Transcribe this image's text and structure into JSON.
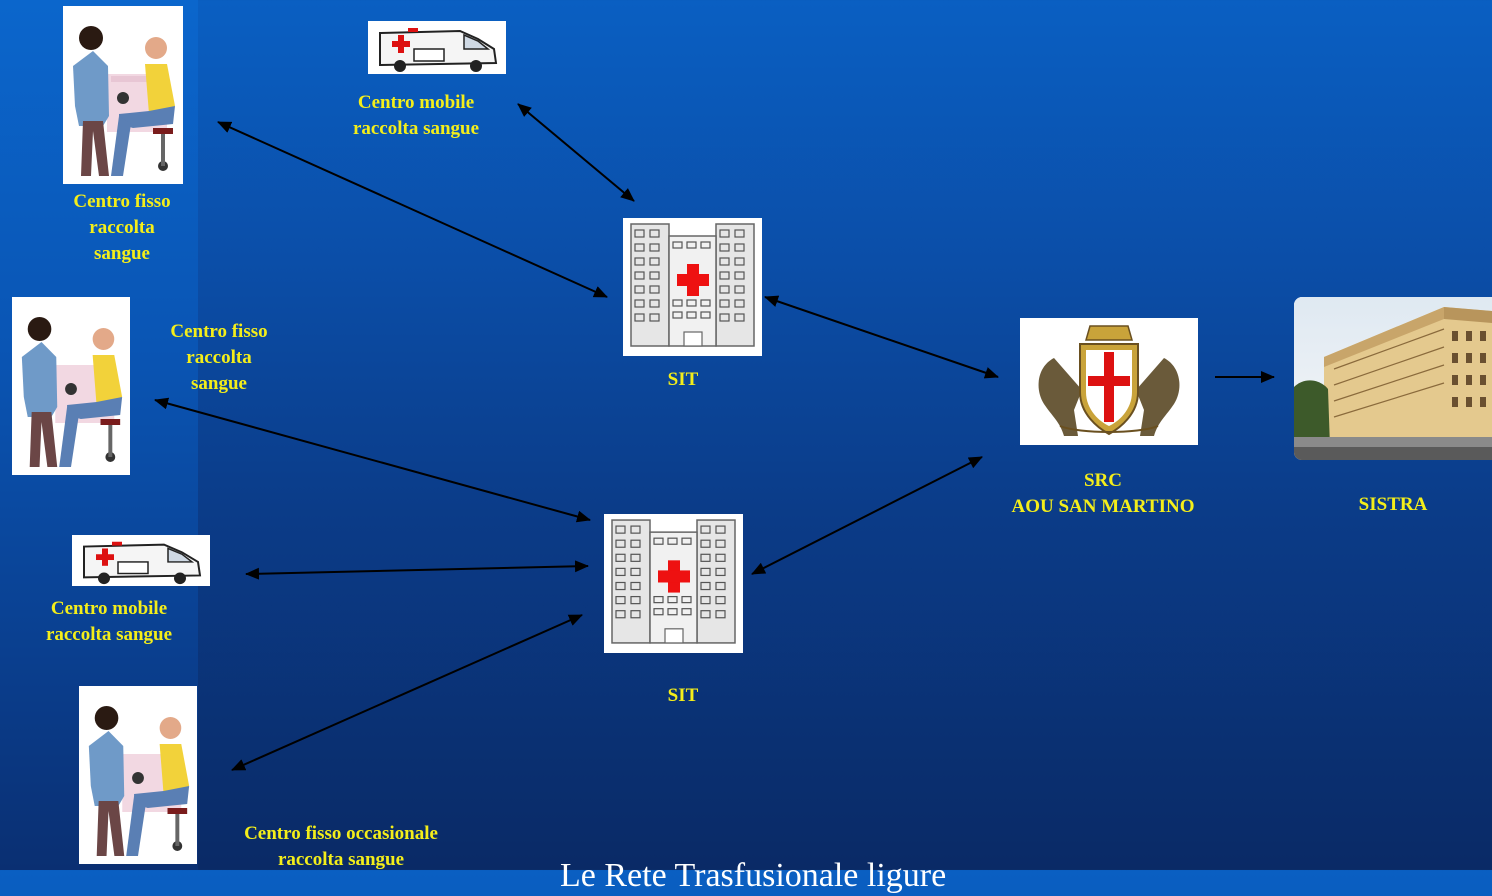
{
  "nodes": {
    "fixed_center_1": {
      "label": "Centro fisso\nraccolta\nsangue"
    },
    "mobile_center_top": {
      "label": "Centro mobile\nraccolta sangue"
    },
    "fixed_center_2": {
      "label": "Centro fisso\nraccolta\nsangue"
    },
    "mobile_center_left": {
      "label": "Centro mobile\nraccolta sangue"
    },
    "occasional_center": {
      "label": "Centro fisso  occasionale\nraccolta sangue"
    },
    "sit_top": {
      "label": "SIT"
    },
    "sit_bottom": {
      "label": "SIT"
    },
    "src": {
      "label": "SRC\nAOU SAN MARTINO"
    },
    "sistra": {
      "label": "SISTRA"
    }
  },
  "footer": {
    "text": "Le Rete Trasfusionale ligure"
  },
  "colors": {
    "label": "#f4ee1a",
    "arrow": "#000000"
  }
}
